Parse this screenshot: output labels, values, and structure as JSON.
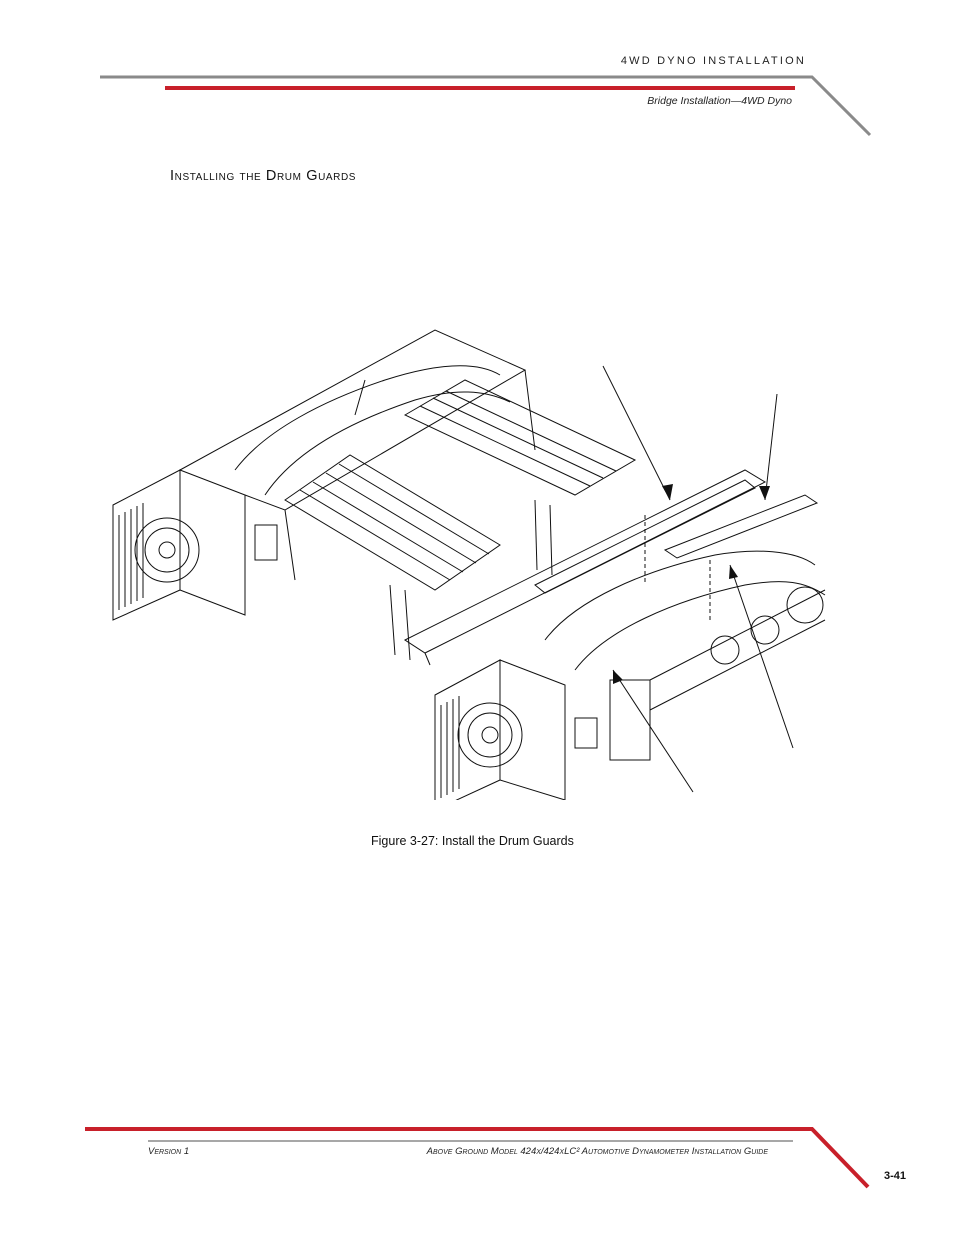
{
  "header": {
    "chapter": "4WD DYNO INSTALLATION",
    "section": "Bridge Installation—4WD Dyno"
  },
  "main": {
    "heading": "Installing the Drum Guards",
    "figure_caption": "Figure 3-27: Install the Drum Guards"
  },
  "footer": {
    "version": "Version 1",
    "guide_title": "Above Ground Model 424x/424xLC² Automotive Dynamometer Installation Guide",
    "page": "3-41"
  },
  "colors": {
    "accent_red": "#c8202a",
    "rule_gray": "#8a8a8a"
  }
}
